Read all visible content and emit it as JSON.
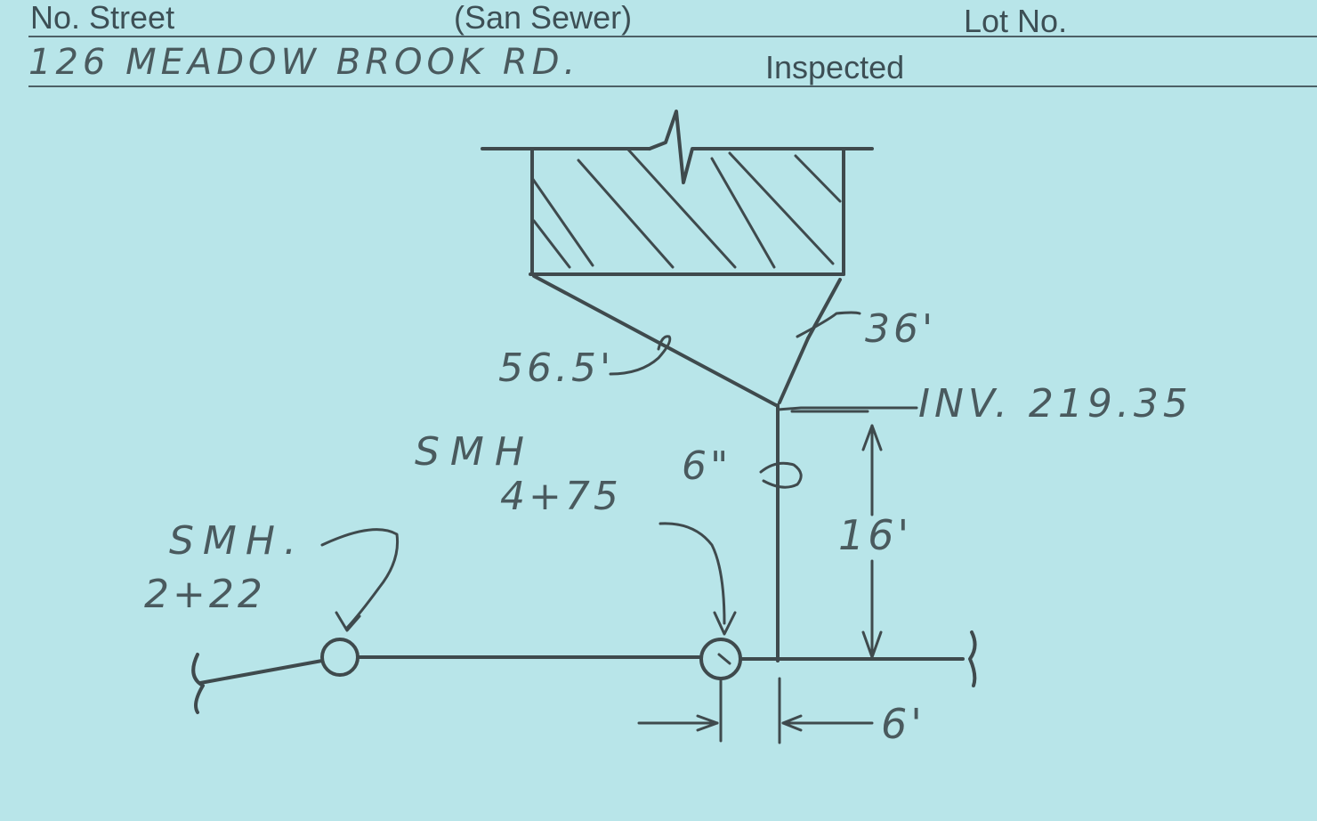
{
  "card": {
    "header": {
      "no_street_label": "No. Street",
      "service_label": "(San Sewer)",
      "lot_label": "Lot No.",
      "inspected_label": "Inspected"
    },
    "address": "126 MEADOW BROOK RD."
  },
  "sketch": {
    "length_house_to_main": "56.5'",
    "length_house_to_bend": "36'",
    "invert": "INV. 219.35",
    "manhole_a_label": "SMH",
    "manhole_a_station": "4+75",
    "pipe_size": "6\"",
    "depth": "16'",
    "manhole_b_label": "SMH.",
    "manhole_b_station": "2+22",
    "offset": "6'"
  },
  "colors": {
    "card_background": "#b8e5e9",
    "ink": "#3f4a4d",
    "printed_text": "#3d4f55"
  }
}
